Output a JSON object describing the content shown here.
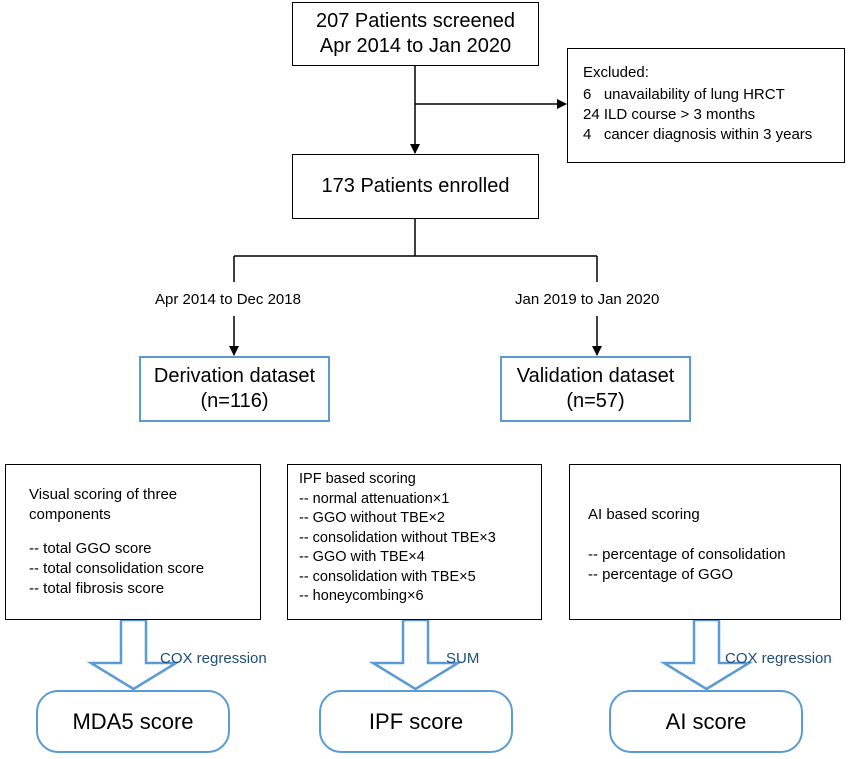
{
  "screening": {
    "line1": "207 Patients screened",
    "line2": "Apr 2014 to Jan 2020"
  },
  "excluded": {
    "title": "Excluded:",
    "items": [
      "6   unavailability of lung HRCT",
      "24 ILD course > 3 months",
      "4   cancer diagnosis within 3 years"
    ]
  },
  "enrolled": {
    "label": "173 Patients enrolled"
  },
  "split": {
    "left_period": "Apr 2014 to Dec 2018",
    "right_period": "Jan 2019 to Jan 2020"
  },
  "derivation": {
    "line1": "Derivation dataset",
    "line2": "(n=116)"
  },
  "validation": {
    "line1": "Validation dataset",
    "line2": "(n=57)"
  },
  "visual_scoring": {
    "title_line1": "Visual scoring of three",
    "title_line2": "components",
    "items": [
      "-- total GGO score",
      "-- total consolidation score",
      "-- total fibrosis score"
    ]
  },
  "ipf_scoring": {
    "title": "IPF based scoring",
    "items": [
      "-- normal attenuation×1",
      "-- GGO without TBE×2",
      "-- consolidation without TBE×3",
      "-- GGO with TBE×4",
      "-- consolidation with TBE×5",
      "-- honeycombing×6"
    ]
  },
  "ai_scoring": {
    "title": "AI based scoring",
    "items": [
      "-- percentage of consolidation",
      "-- percentage of GGO"
    ]
  },
  "methods": {
    "left": "COX regression",
    "middle": "SUM",
    "right": "COX regression"
  },
  "scores": {
    "left": "MDA5 score",
    "middle": "IPF score",
    "right": "AI score"
  },
  "colors": {
    "box_border": "#000000",
    "accent": "#5b9bd5",
    "method_text": "#1f4e79"
  }
}
